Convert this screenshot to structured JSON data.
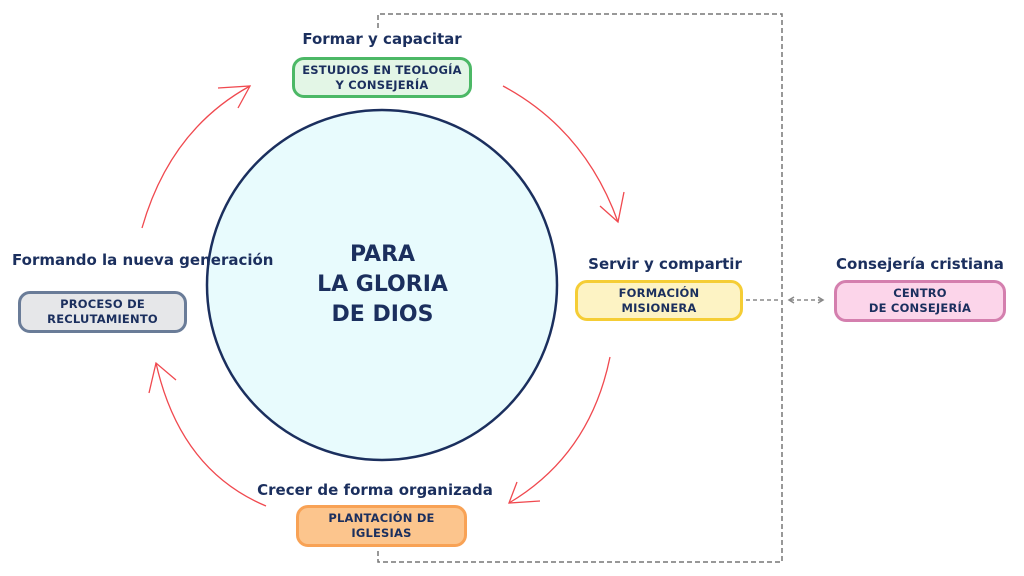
{
  "center": {
    "text": "PARA\nLA GLORIA\nDE DIOS",
    "fill": "#e8fbfd",
    "stroke": "#1b2f5e"
  },
  "nodes": [
    {
      "id": "top",
      "title": "Formar y capacitar",
      "box": "ESTUDIOS EN TEOLOGÍA\nY CONSEJERÍA",
      "fill": "#e3f6e6",
      "border": "#4cb866"
    },
    {
      "id": "right",
      "title": "Servir y compartir",
      "box": "FORMACIÓN\nMISIONERA",
      "fill": "#fdf3c4",
      "border": "#f5cd35"
    },
    {
      "id": "bottom",
      "title": "Crecer de forma organizada",
      "box": "PLANTACIÓN DE\nIGLESIAS",
      "fill": "#fcc58d",
      "border": "#f8a255"
    },
    {
      "id": "left",
      "title": "Formando la nueva\ngeneración",
      "box": "PROCESO DE\nRECLUTAMIENTO",
      "fill": "#e6e7e9",
      "border": "#6a7c98"
    },
    {
      "id": "external",
      "title": "Consejería cristiana",
      "box": "CENTRO\nDE CONSEJERÍA",
      "fill": "#fcd5ea",
      "border": "#d47fae"
    }
  ],
  "colors": {
    "text": "#1b2f5e",
    "cycle_arrow": "#f0494f",
    "dashed_line": "#777777"
  }
}
